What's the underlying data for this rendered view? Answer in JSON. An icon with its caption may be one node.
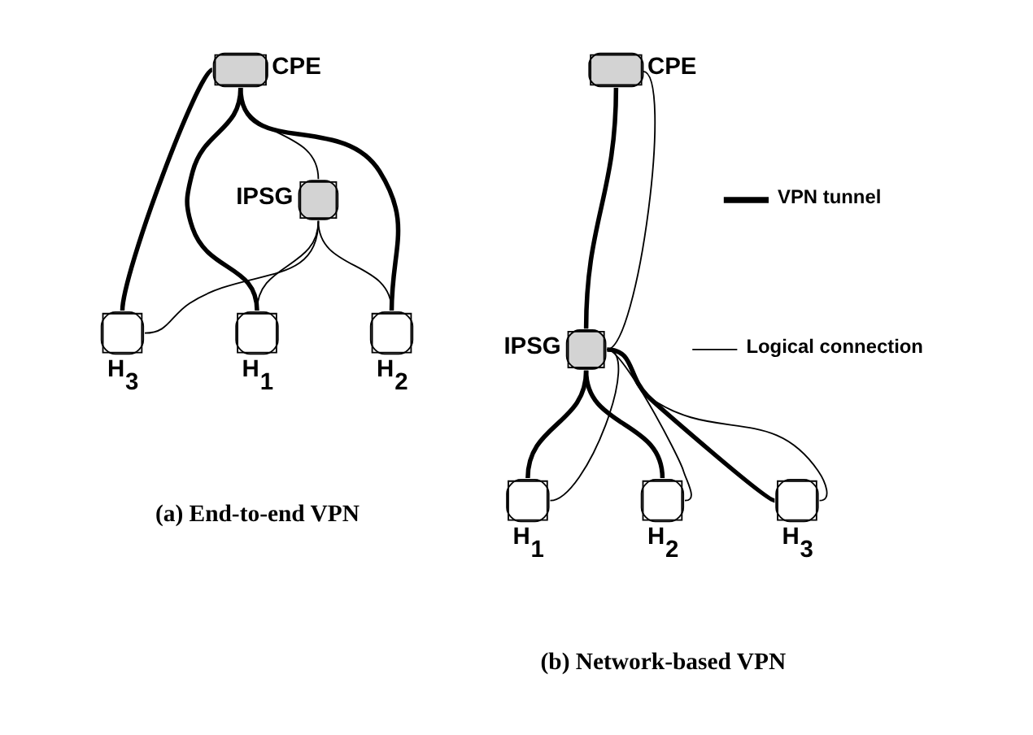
{
  "diagram": {
    "nodes": [
      {
        "text": [
          "CPE"
        ]
      },
      {
        "text": [
          "IPSG"
        ]
      },
      {
        "text": [
          "H$_{1}$"
        ]
      },
      {
        "text": [
          "H$_{2}$"
        ]
      },
      {
        "text": [
          "H$_{3}$"
        ]
      },
      {
        "text": [
          "CPE"
        ]
      },
      {
        "text": [
          "IPSG"
        ]
      },
      {
        "text": [
          "H$_{1}$"
        ]
      },
      {
        "text": [
          "H$_{2}$"
        ]
      },
      {
        "text": [
          "H$_{3}$"
        ]
      }
    ],
    "edges": [
      {
        "from": 0,
        "to": 2,
        "arrow": "none",
        "style": "thick"
      },
      {
        "from": 0,
        "to": 1,
        "arrow": "none"
      },
      {
        "from": 0,
        "to": 3,
        "arrow": "none",
        "style": "thick"
      },
      {
        "from": 0,
        "to": 4,
        "arrow": "none",
        "style": "thick"
      },
      {
        "from": 1,
        "to": 2,
        "arrow": "none"
      },
      {
        "from": 1,
        "to": 3,
        "arrow": "none"
      },
      {
        "from": 1,
        "to": 4,
        "arrow": "none"
      },
      {
        "from": 5,
        "to": 6,
        "arrow": "none",
        "style": "thick"
      },
      {
        "from": 5,
        "to": 6,
        "arrow": "none"
      },
      {
        "from": 6,
        "to": 7,
        "arrow": "none",
        "style": "thick"
      },
      {
        "from": 6,
        "to": 7,
        "arrow": "none"
      },
      {
        "from": 6,
        "to": 8,
        "arrow": "none",
        "style": "thick"
      },
      {
        "from": 6,
        "to": 8,
        "arrow": "none"
      },
      {
        "from": 6,
        "to": 9,
        "arrow": "none",
        "style": "thick"
      },
      {
        "from": 6,
        "to": 9,
        "arrow": "none"
      }
    ],
    "labels": [
      "(a) End-to-end VPN",
      "(b) Network-based VPN"
    ],
    "legend": [
      {
        "text": "VPN tunnel"
      },
      {
        "text": "Logical connection"
      }
    ]
  }
}
